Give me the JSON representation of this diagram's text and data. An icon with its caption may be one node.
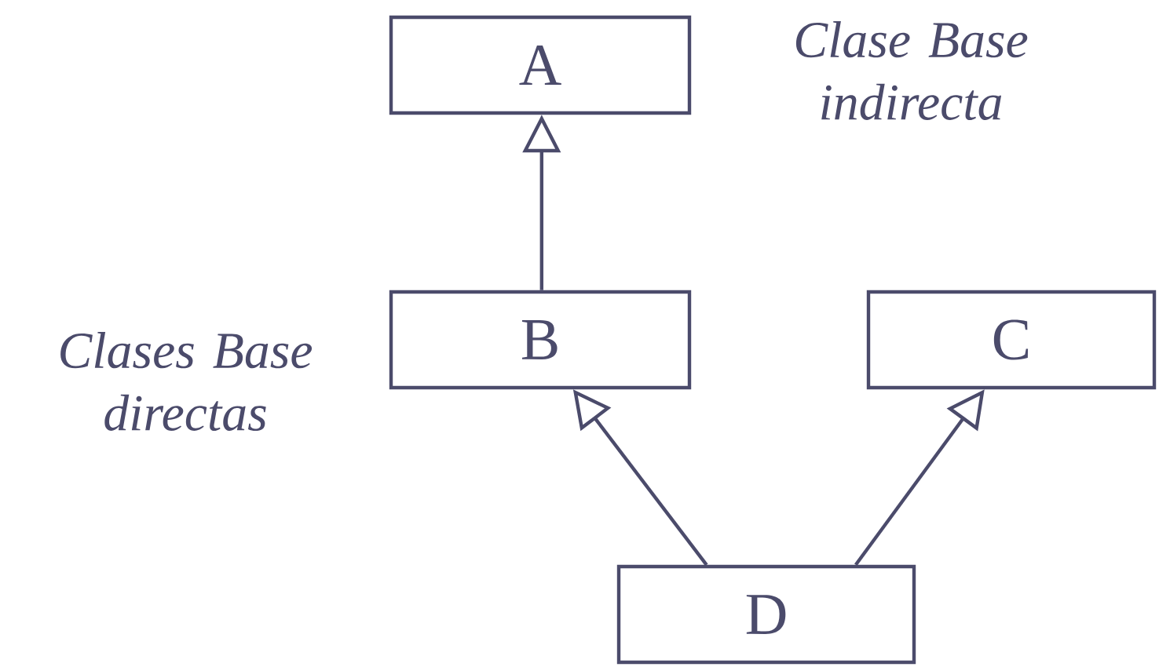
{
  "diagram": {
    "nodes": [
      {
        "text": [
          "A"
        ]
      },
      {
        "text": [
          "B"
        ]
      },
      {
        "text": [
          "C"
        ]
      },
      {
        "text": [
          "D"
        ]
      }
    ],
    "edges": [
      {
        "from": 1,
        "to": 0,
        "arrow": "to"
      },
      {
        "from": 3,
        "to": 1,
        "arrow": "to"
      },
      {
        "from": 3,
        "to": 2,
        "arrow": "to"
      }
    ],
    "labels": [
      "Clase Base indirecta",
      "Clases Base directas"
    ]
  }
}
